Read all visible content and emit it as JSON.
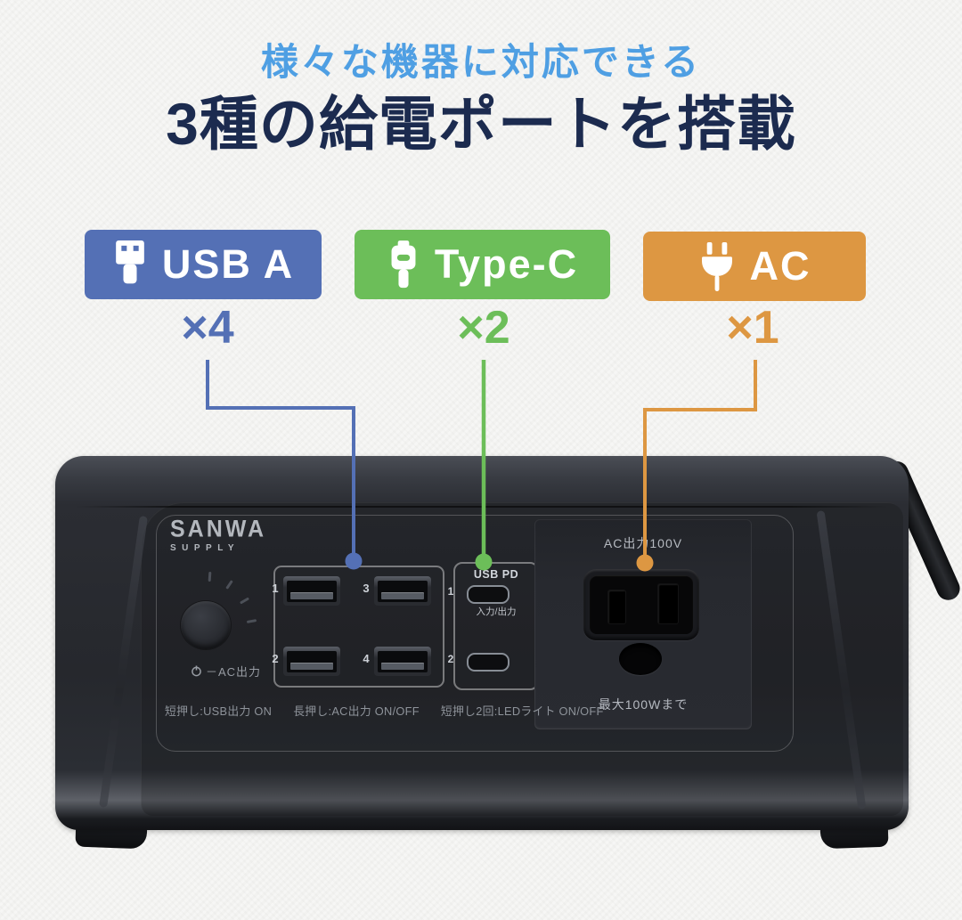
{
  "header": {
    "subtitle": "様々な機器に対応できる",
    "title": "3種の給電ポートを搭載"
  },
  "badges": [
    {
      "label": "USB A",
      "count": "×4",
      "color": "#5470b5",
      "icon": "usb-a-plug-icon"
    },
    {
      "label": "Type-C",
      "count": "×2",
      "color": "#6cbe59",
      "icon": "usb-c-plug-icon"
    },
    {
      "label": "AC",
      "count": "×1",
      "color": "#dd9742",
      "icon": "ac-plug-icon"
    }
  ],
  "device": {
    "brand": {
      "line1": "SANWA",
      "line2": "SUPPLY"
    },
    "power_button_label": "－AC出力",
    "usb_section": {
      "port_numbers": [
        "1",
        "3",
        "2",
        "4"
      ]
    },
    "usb_pd_section": {
      "header": "USB PD",
      "port_numbers": [
        "1",
        "2"
      ],
      "port1_caption": "入力/出力"
    },
    "ac_section": {
      "label_top": "AC出力100V",
      "label_bottom": "最大100Wまで"
    },
    "hints": [
      "短押し:USB出力 ON",
      "長押し:AC出力 ON/OFF",
      "短押し2回:LEDライト ON/OFF"
    ]
  }
}
